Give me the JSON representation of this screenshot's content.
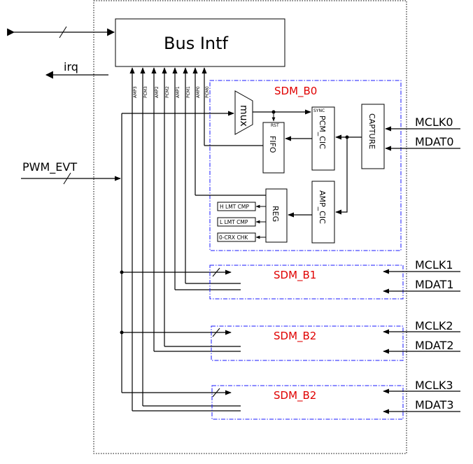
{
  "title": "",
  "labels": {
    "bus_intf": "Bus Intf",
    "irq": "irq",
    "pwm_evt": "PWM_EVT",
    "sdm_b0": "SDM_B0",
    "sdm_b1": "SDM_B1",
    "sdm_b2": "SDM_B2",
    "sdm_b3": "SDM_B2",
    "mux": "mux",
    "fifo": "FIFO",
    "pcm_cic": "PCM_CIC",
    "capture": "CAPTURE",
    "reg": "REG",
    "amp_cic": "AMP_CIC",
    "h_lmt_cmp": "H LMT CMP",
    "l_lmt_cmp": "L LMT CMP",
    "zcrx_chk": "0-CRX CHK",
    "rst": "RST",
    "sync": "SYNC",
    "mclk0": "MCLK0",
    "mdat0": "MDAT0",
    "mclk1": "MCLK1",
    "mdat1": "MDAT1",
    "mclk2": "MCLK2",
    "mdat2": "MDAT2",
    "mclk3": "MCLK3",
    "mdat3": "MDAT3"
  },
  "bus_signals": [
    "AMP3",
    "PCM3",
    "AMP2",
    "PCM2",
    "AMP1",
    "PCM1",
    "AMP0",
    "PCM0"
  ],
  "colors": {
    "module_border": "#1a1aff",
    "module_label": "#e00000",
    "line": "#000000"
  }
}
